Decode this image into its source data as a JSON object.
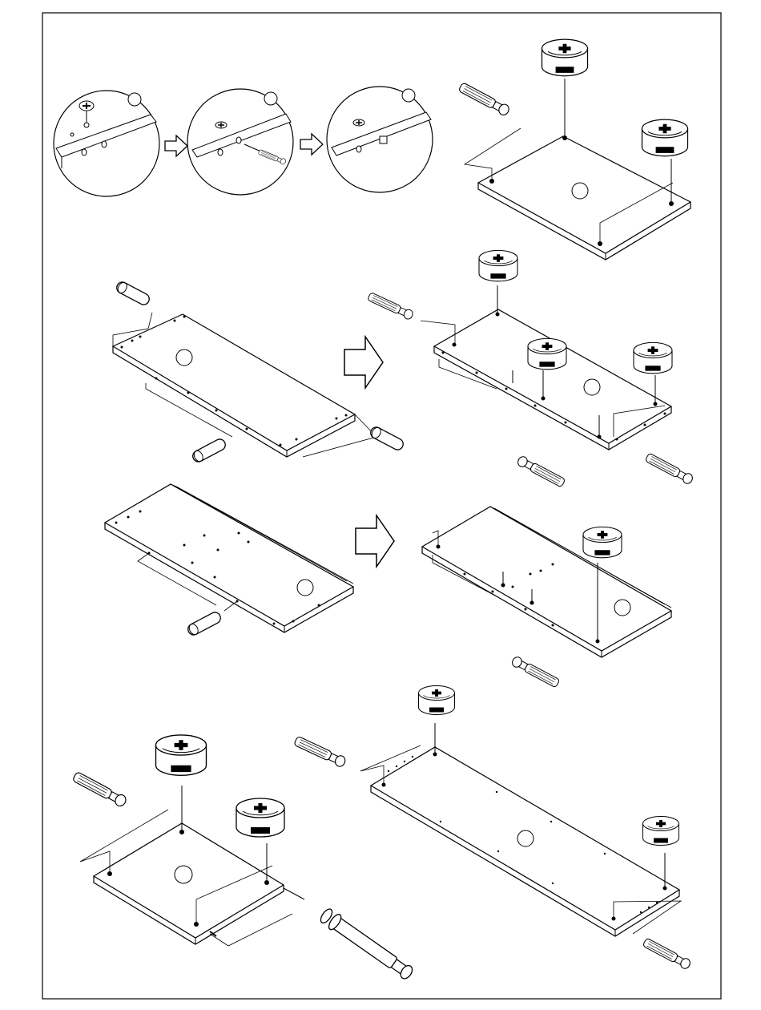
{
  "page": {
    "background_color": "#ffffff",
    "line_color": "#000000"
  },
  "panels": [
    {
      "id": "step-1",
      "name": "detail-circle-insert-cam"
    },
    {
      "id": "step-2",
      "name": "detail-circle-insert-dowel"
    },
    {
      "id": "step-3",
      "name": "detail-circle-finished"
    },
    {
      "id": "step-4",
      "name": "small-panel-with-cams"
    },
    {
      "id": "step-5",
      "name": "long-panel-with-dowels"
    },
    {
      "id": "step-6",
      "name": "long-panel-with-cams"
    },
    {
      "id": "step-7",
      "name": "grooved-panel"
    },
    {
      "id": "step-8",
      "name": "grooved-panel-with-cam"
    },
    {
      "id": "step-9",
      "name": "square-panel-with-cams-and-pin"
    },
    {
      "id": "step-10",
      "name": "long-panel-bottom-with-cams"
    }
  ],
  "icons": [
    "arrow-right-icon",
    "cam-lock-icon",
    "cam-bolt-icon",
    "wood-dowel-icon",
    "locator-circle-icon"
  ]
}
